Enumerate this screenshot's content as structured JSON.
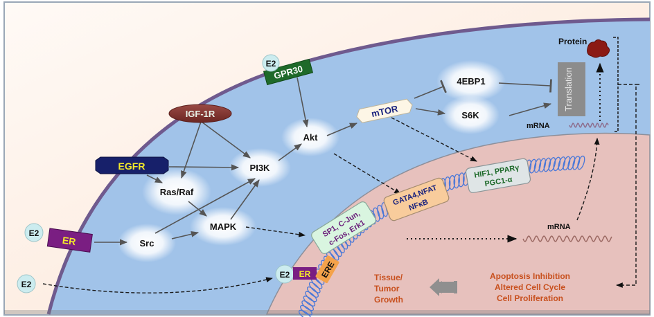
{
  "diagram": {
    "title": "Estrogen signaling pathways",
    "colors": {
      "extracellular": "#fdeee4",
      "cytoplasm": "#a0c4ea",
      "nucleus": "#e8c2bf",
      "membrane": "#6f5a8e",
      "outcome_text": "#c8501e",
      "arrow": "#555555"
    },
    "ligands": {
      "e2_gpr30": "E2",
      "e2_er_membrane": "E2",
      "e2_free": "E2",
      "e2_nuclear": "E2"
    },
    "receptors": {
      "gpr30": "GPR30",
      "igf1r": "IGF-1R",
      "egfr": "EGFR",
      "er_membrane": "ER",
      "er_nuclear": "ER",
      "ere": "ERE"
    },
    "kinases": {
      "akt": "Akt",
      "pi3k": "PI3K",
      "ras_raf": "Ras/Raf",
      "mapk": "MAPK",
      "src": "Src",
      "mtor": "mTOR",
      "fourebp1": "4EBP1",
      "s6k": "S6K"
    },
    "translation": {
      "box_label": "Translation",
      "protein_label": "Protein",
      "mrna_cyto_label": "mRNA",
      "mrna_nuc_label": "mRNA"
    },
    "transcription_factors": {
      "sp1_line1": "SP1, C-Jun,",
      "sp1_line2": "c-Fos, Erk1",
      "gata4_line1": "GATA4,NFAT",
      "gata4_line2": "NFκB",
      "hif1_line1": "HIF1, PPARγ",
      "hif1_line2": "PGC1-α"
    },
    "outcomes": {
      "effects_line1": "Apoptosis Inhibition",
      "effects_line2": "Altered Cell Cycle",
      "effects_line3": "Cell Proliferation",
      "growth_line1": "Tissue/",
      "growth_line2": "Tumor",
      "growth_line3": "Growth"
    }
  }
}
